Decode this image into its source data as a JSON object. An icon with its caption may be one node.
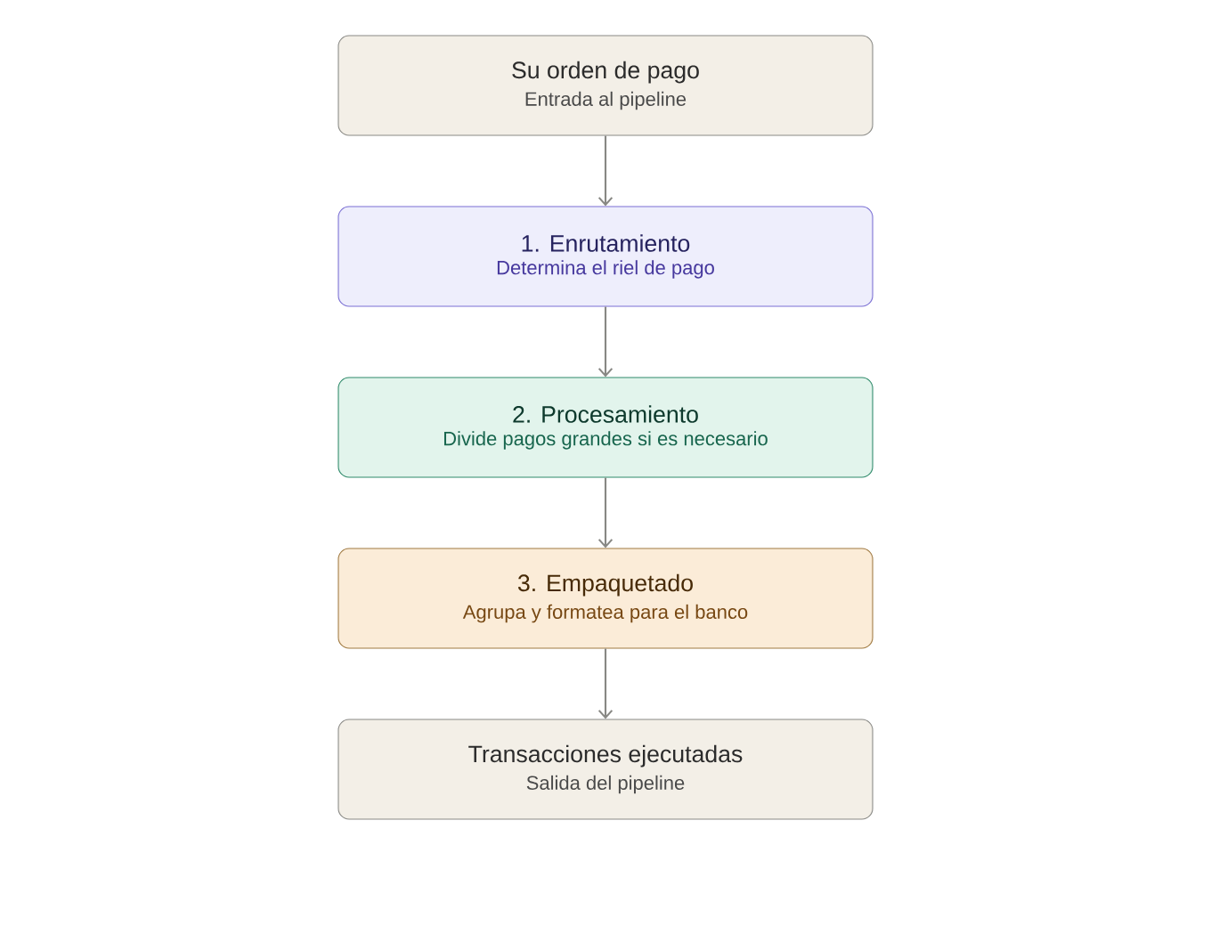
{
  "diagram": {
    "nodes": [
      {
        "text": [
          "Su orden de pago",
          "Entrada al pipeline"
        ]
      },
      {
        "text": [
          "1. Enrutamiento",
          "Determina el riel de pago"
        ]
      },
      {
        "text": [
          "2. Procesamiento",
          "Divide pagos grandes si es necesario"
        ]
      },
      {
        "text": [
          "3. Empaquetado",
          "Agrupa y formatea para el banco"
        ]
      },
      {
        "text": [
          "Transacciones ejecutadas",
          "Salida del pipeline"
        ]
      }
    ],
    "edges": [
      {
        "from": 0,
        "to": 1,
        "arrow": "to"
      },
      {
        "from": 1,
        "to": 2,
        "arrow": "to"
      },
      {
        "from": 2,
        "to": 3,
        "arrow": "to"
      },
      {
        "from": 3,
        "to": 4,
        "arrow": "to"
      }
    ]
  }
}
